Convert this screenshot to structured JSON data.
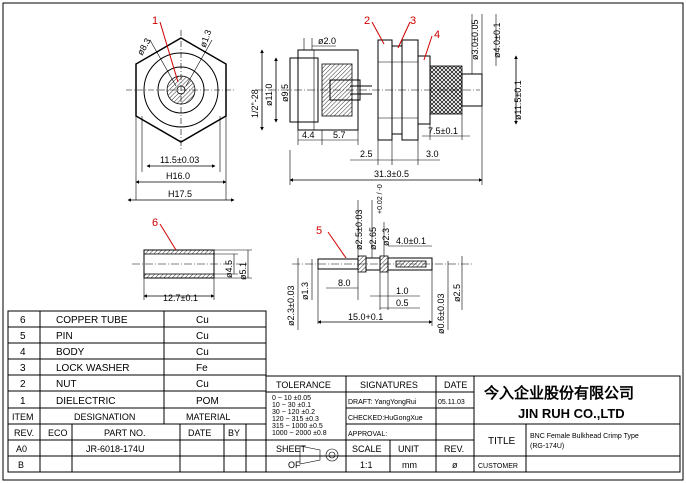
{
  "callouts": [
    "1",
    "2",
    "3",
    "4",
    "5",
    "6"
  ],
  "dims": {
    "front_d83": "ø8.3",
    "front_d13": "ø1.3",
    "hex_flat": "11.5±0.03",
    "hex16": "H16.0",
    "hex175": "H17.5",
    "side_d20": "ø2.0",
    "thread": "1/2\"-28",
    "d110": "ø11.0",
    "d95": "ø9.5",
    "l44": "4.4",
    "l57": "5.7",
    "l25": "2.5",
    "l30": "3.0",
    "l75": "7.5±0.1",
    "total": "31.3±0.5",
    "d30": "ø3.0±0.05",
    "d40": "ø4.0±0.1",
    "d115": "ø11.5±0.1",
    "tube_len": "12.7±0.1",
    "tube_d45": "ø4.5",
    "tube_d51": "ø5.1",
    "pin_d25": "ø2.5±0.03",
    "pin_d265": "ø2.65",
    "pin_d265_tol": "+0.02 / -0",
    "pin_d23": "ø2.3",
    "pin_l40": "4.0±0.1",
    "pin_l80": "8.0",
    "pin_l10": "1.0",
    "pin_l05": "0.5",
    "pin_l150": "15.0+0.1",
    "pin_d23b": "ø2.3±0.03",
    "pin_d13": "ø1.3",
    "pin_d06": "ø0.6±0.03",
    "pin_d25b": "ø2.5"
  },
  "bom": {
    "rows": [
      {
        "item": "6",
        "designation": "COPPER TUBE",
        "material": "Cu"
      },
      {
        "item": "5",
        "designation": "PIN",
        "material": "Cu"
      },
      {
        "item": "4",
        "designation": "BODY",
        "material": "Cu"
      },
      {
        "item": "3",
        "designation": "LOCK WASHER",
        "material": "Fe"
      },
      {
        "item": "2",
        "designation": "NUT",
        "material": "Cu"
      },
      {
        "item": "1",
        "designation": "DIELECTRIC",
        "material": "POM"
      }
    ],
    "header": {
      "item": "ITEM",
      "designation": "DESIGNATION",
      "material": "MATERIAL"
    }
  },
  "title_block": {
    "rev_header": [
      "REV.",
      "ECO",
      "PART NO.",
      "DATE",
      "BY"
    ],
    "rev_row1": [
      "A0",
      "",
      "JR-6018-174U",
      "",
      ""
    ],
    "rev_row2": [
      "B",
      "",
      "",
      "",
      ""
    ],
    "tolerance_label": "TOLERANCE",
    "tolerance_values": [
      "0 ~ 10 ±0.05",
      "10 ~ 30 ±0.1",
      "30 ~ 120 ±0.2",
      "120 ~ 315 ±0.3",
      "315 ~ 1000 ±0.5",
      "1000 ~ 2000 ±0.8"
    ],
    "signatures_label": "SIGNATURES",
    "date_label": "DATE",
    "draft": "DRAFT: YangYongRui",
    "checked": "CHECKED:HuGongXue",
    "approval": "APPROVAL:",
    "date_value": "05.11.03",
    "company_cn": "今入企业股份有限公司",
    "company_en": "JIN RUH CO.,LTD",
    "sheet_label": "SHEET",
    "scale_label": "SCALE",
    "unit_label": "UNIT",
    "rev_label": "REV.",
    "of_label": "OF",
    "scale_value": "1:1",
    "unit_value": "mm",
    "rev_value": "ø",
    "title_label": "TITLE",
    "title_value_1": "BNC Female Bulkhead Crimp Type",
    "title_value_2": "(RG-174U)",
    "customer_label": "CUSTOMER"
  }
}
